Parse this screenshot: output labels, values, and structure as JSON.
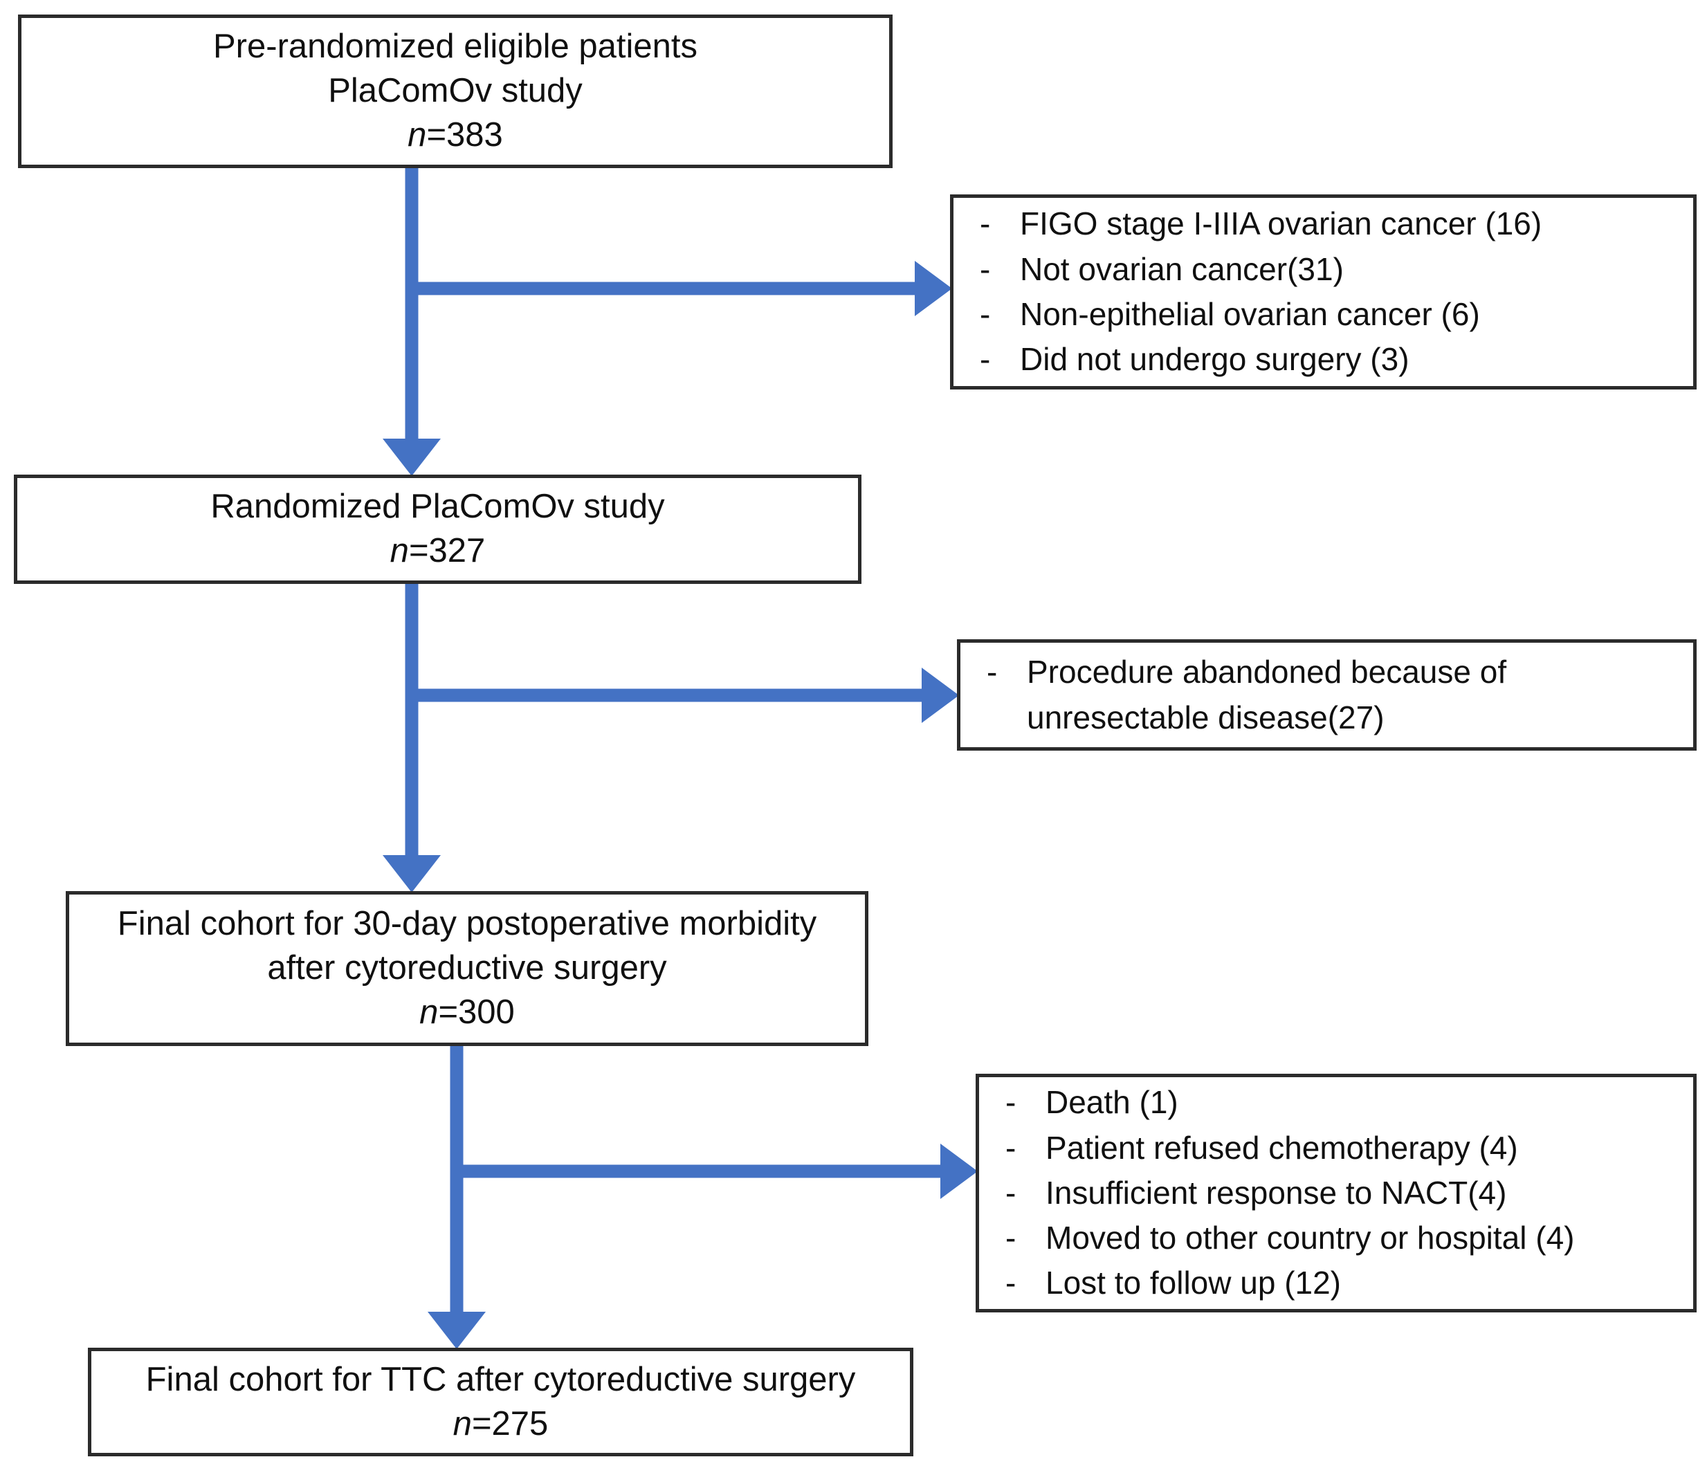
{
  "figure": {
    "type": "flowchart",
    "title": "PlaComOv study patient flow diagram",
    "accent_color": "#4472C4",
    "box_border_color": "#2B2B2B",
    "text_color": "#101010",
    "background_color": "#FFFFFF"
  },
  "nodes": [
    {
      "id": "pre-randomized",
      "kind": "cohort",
      "lines": [
        "Pre-randomized eligible patients",
        "PlaComOv study"
      ],
      "n_prefix": "n",
      "n_value": "=383"
    },
    {
      "id": "randomized",
      "kind": "cohort",
      "lines": [
        "Randomized PlaComOv study"
      ],
      "n_prefix": "n",
      "n_value": "=327"
    },
    {
      "id": "final-cohort-morbidity",
      "kind": "cohort",
      "lines": [
        "Final cohort for 30-day postoperative morbidity",
        "after cytoreductive surgery"
      ],
      "n_prefix": "n",
      "n_value": "=300"
    },
    {
      "id": "final-cohort-ttc",
      "kind": "cohort",
      "lines": [
        "Final cohort for TTC after cytoreductive surgery"
      ],
      "n_prefix": "n",
      "n_value": "=275"
    }
  ],
  "exclusions": [
    {
      "id": "exclusion-1",
      "bullet": "-",
      "items": [
        "FIGO stage I-IIIA ovarian cancer (16)",
        "Not ovarian cancer(31)",
        "Non-epithelial ovarian cancer (6)",
        "Did not undergo surgery (3)"
      ]
    },
    {
      "id": "exclusion-2",
      "bullet": "-",
      "items": [
        "Procedure abandoned because of unresectable disease(27)"
      ]
    },
    {
      "id": "exclusion-3",
      "bullet": "-",
      "items": [
        "Death (1)",
        "Patient refused chemotherapy (4)",
        "Insufficient response to NACT(4)",
        "Moved to other country or hospital (4)",
        "Lost to follow up (12)"
      ]
    }
  ]
}
